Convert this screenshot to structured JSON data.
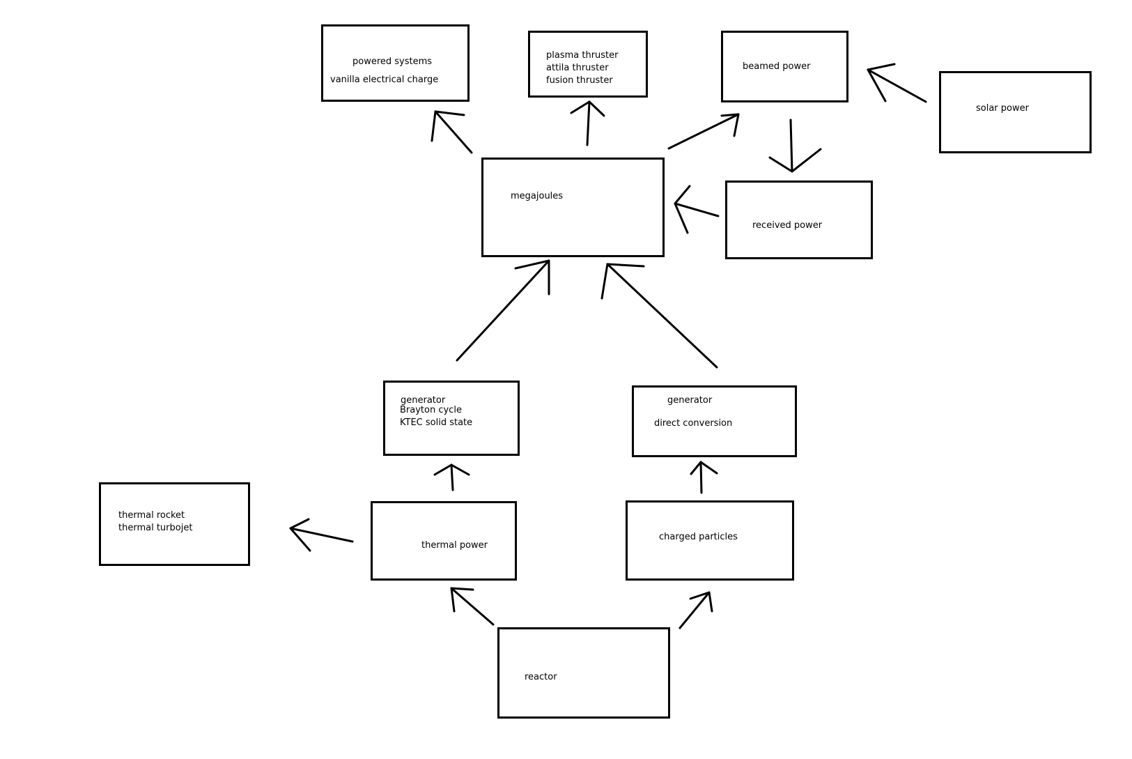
{
  "boxes": {
    "powered_systems": {
      "line1": "powered systems",
      "line2": "vanilla electrical charge"
    },
    "thrusters": {
      "line1": "plasma thruster",
      "line2": "attila thruster",
      "line3": "fusion thruster"
    },
    "beamed_power": {
      "line1": "beamed power"
    },
    "solar_power": {
      "line1": "solar power"
    },
    "megajoules": {
      "line1": "megajoules"
    },
    "received_power": {
      "line1": "received power"
    },
    "generator_brayton": {
      "line1": "generator",
      "line2": "Brayton cycle",
      "line3": "KTEC solid state"
    },
    "generator_direct": {
      "line1": "generator",
      "line2": "direct conversion"
    },
    "thermal_uses": {
      "line1": "thermal rocket",
      "line2": "thermal turbojet"
    },
    "thermal_power": {
      "line1": "thermal power"
    },
    "charged_particles": {
      "line1": "charged particles"
    },
    "reactor": {
      "line1": "reactor"
    }
  }
}
